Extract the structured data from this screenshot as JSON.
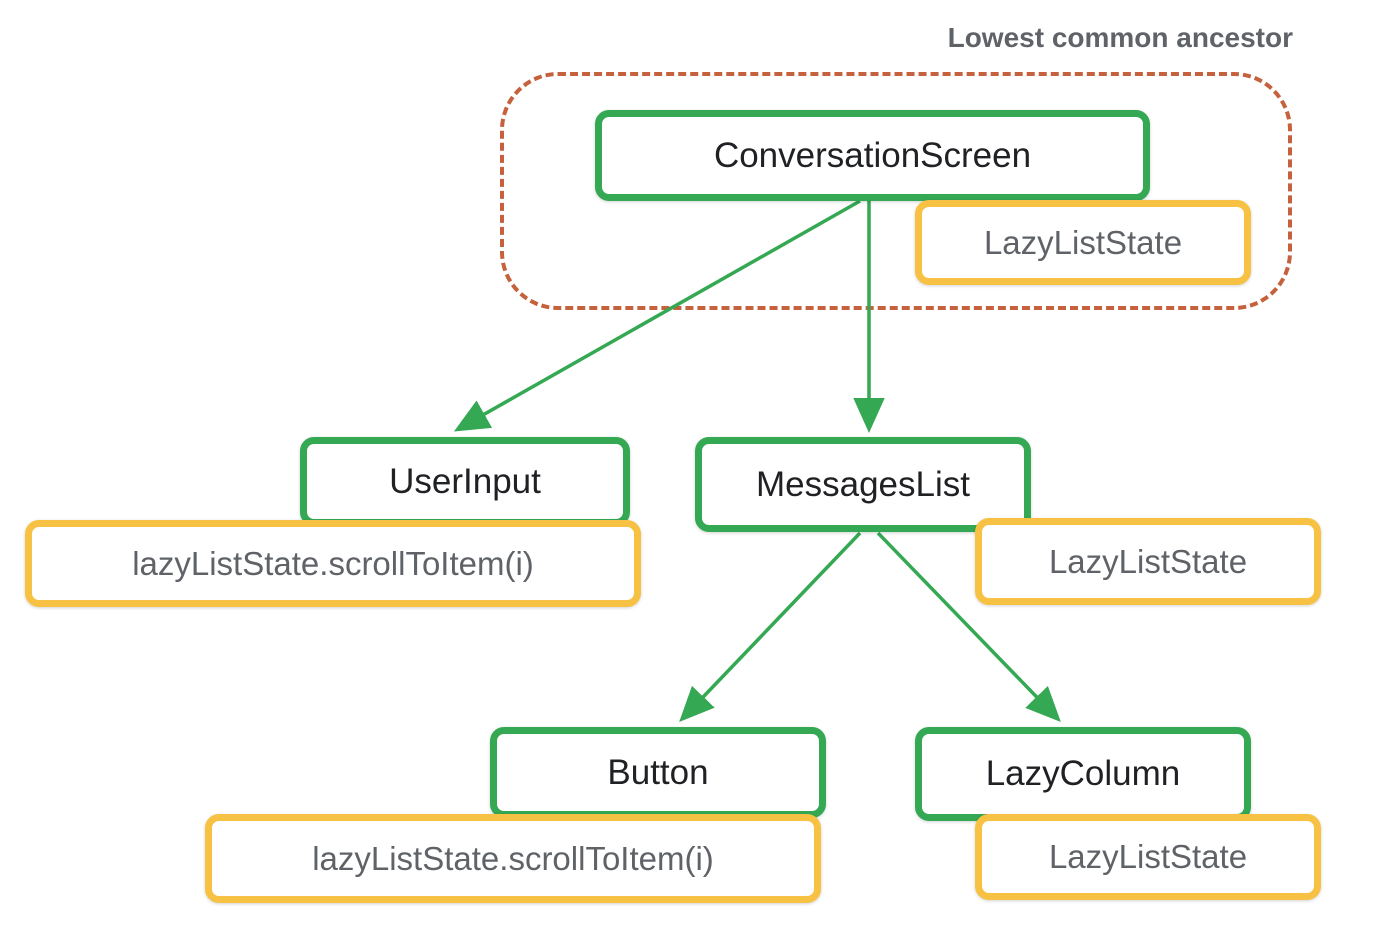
{
  "annotation": {
    "label": "Lowest common ancestor"
  },
  "nodes": {
    "conversation_screen": {
      "label": "ConversationScreen"
    },
    "user_input": {
      "label": "UserInput"
    },
    "messages_list": {
      "label": "MessagesList"
    },
    "button": {
      "label": "Button"
    },
    "lazy_column": {
      "label": "LazyColumn"
    }
  },
  "state_boxes": {
    "ancestor_state": {
      "label": "LazyListState"
    },
    "user_input_call": {
      "label": "lazyListState.scrollToItem(i)"
    },
    "messages_list_state": {
      "label": "LazyListState"
    },
    "button_call": {
      "label": "lazyListState.scrollToItem(i)"
    },
    "lazy_column_state": {
      "label": "LazyListState"
    }
  },
  "colors": {
    "green": "#34A853",
    "yellow": "#F7C243",
    "dashed": "#C5613C",
    "node_text": "#202124",
    "state_text": "#5F6368",
    "bg": "#FFFFFF"
  }
}
